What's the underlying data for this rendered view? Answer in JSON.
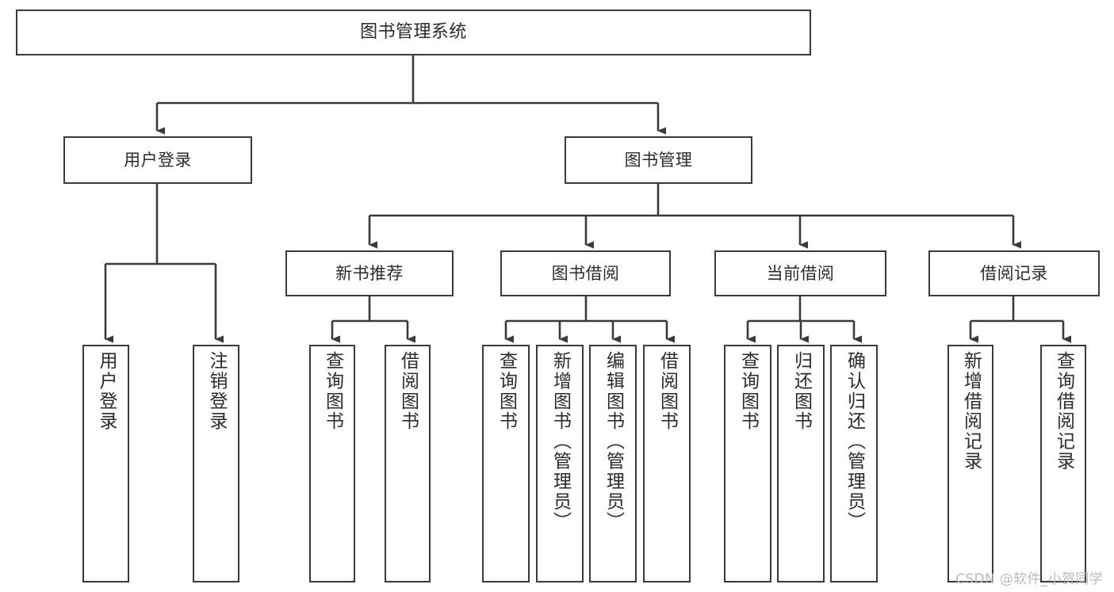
{
  "diagram": {
    "title": "图书管理系统",
    "type": "tree-hierarchy-chart",
    "watermark": "CSDN @软件_小贺同学",
    "stroke_color": "#3a3a3a",
    "text_color": "#2b2b2b",
    "background_color": "#ffffff"
  },
  "nodes": {
    "root": {
      "label": "图书管理系统"
    },
    "level1": [
      {
        "id": "user-login",
        "label": "用户登录"
      },
      {
        "id": "book-manage",
        "label": "图书管理"
      }
    ],
    "level2": [
      {
        "id": "new-book-recommend",
        "label": "新书推荐"
      },
      {
        "id": "book-borrow",
        "label": "图书借阅"
      },
      {
        "id": "current-borrow",
        "label": "当前借阅"
      },
      {
        "id": "borrow-record",
        "label": "借阅记录"
      }
    ],
    "leaves": {
      "user_login": [
        {
          "id": "leaf-user-login",
          "label": "用户登录"
        },
        {
          "id": "leaf-logout-login",
          "label": "注销登录"
        }
      ],
      "new_book_recommend": [
        {
          "id": "leaf-query-book-1",
          "label": "查询图书"
        },
        {
          "id": "leaf-borrow-book-1",
          "label": "借阅图书"
        }
      ],
      "book_borrow": [
        {
          "id": "leaf-query-book-2",
          "label": "查询图书"
        },
        {
          "id": "leaf-add-book-admin",
          "label": "新增图书（管理员）"
        },
        {
          "id": "leaf-edit-book-admin",
          "label": "编辑图书（管理员）"
        },
        {
          "id": "leaf-borrow-book-2",
          "label": "借阅图书"
        }
      ],
      "current_borrow": [
        {
          "id": "leaf-query-book-3",
          "label": "查询图书"
        },
        {
          "id": "leaf-return-book",
          "label": "归还图书"
        },
        {
          "id": "leaf-confirm-return-admin",
          "label": "确认归还（管理员）"
        }
      ],
      "borrow_record": [
        {
          "id": "leaf-add-borrow-record",
          "label": "新增借阅记录"
        },
        {
          "id": "leaf-query-borrow-record",
          "label": "查询借阅记录"
        }
      ]
    }
  }
}
